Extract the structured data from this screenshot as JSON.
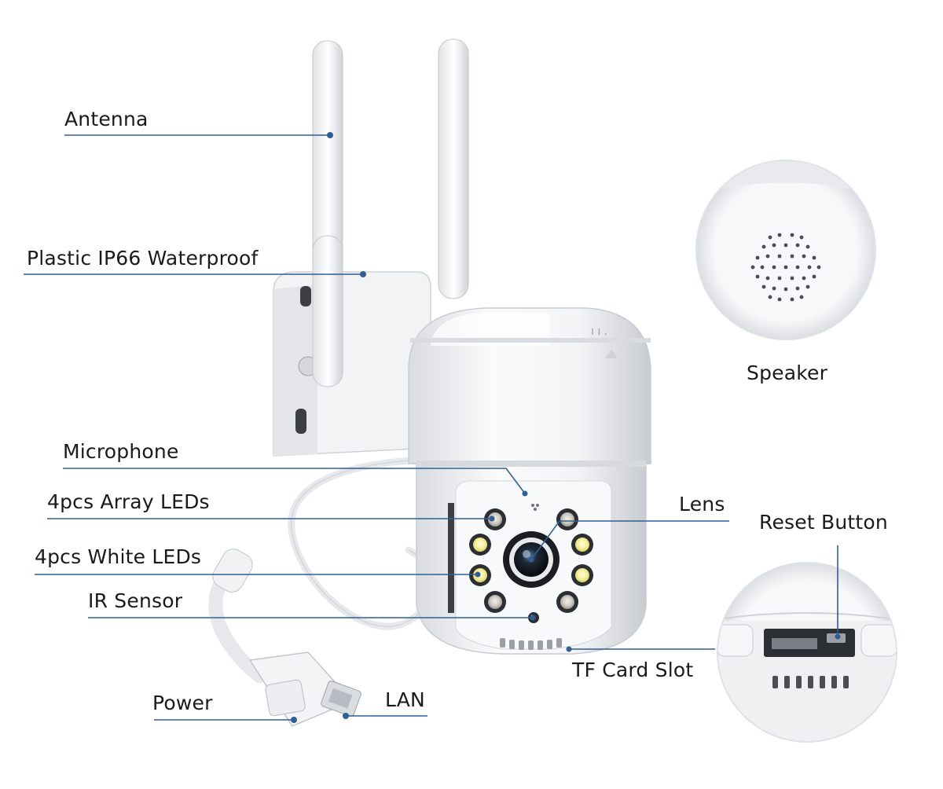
{
  "labels": {
    "antenna": "Antenna",
    "waterproof": "Plastic IP66 Waterproof",
    "microphone": "Microphone",
    "array_leds": "4pcs Array LEDs",
    "white_leds": "4pcs White LEDs",
    "ir_sensor": "IR Sensor",
    "power": "Power",
    "lan": "LAN",
    "lens": "Lens",
    "speaker": "Speaker",
    "reset_button": "Reset Button",
    "tf_card_slot": "TF Card Slot"
  },
  "colors": {
    "callout_line": "#2f5f94",
    "callout_dot": "#2f5f94",
    "body_white": "#f4f5f7",
    "shadow_gray": "#c9ccd1",
    "led_white": "#fbf7c8",
    "led_ir": "#d9d6cf"
  }
}
